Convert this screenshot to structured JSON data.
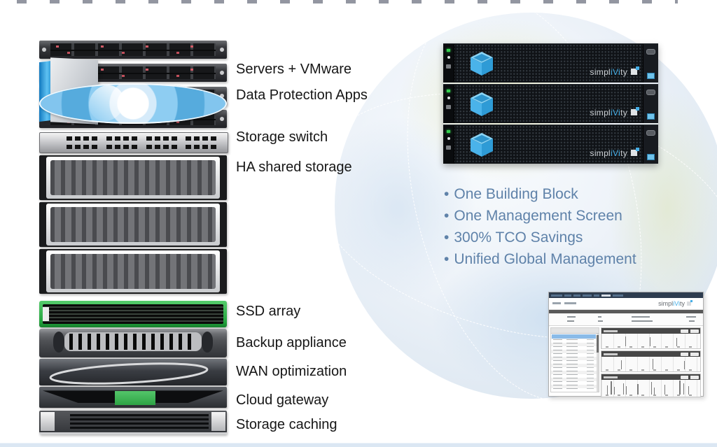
{
  "stack_labels": [
    "Servers + VMware",
    "Data Protection Apps",
    "Storage switch",
    "HA shared storage",
    "SSD array",
    "Backup appliance",
    "WAN optimization",
    "Cloud gateway",
    "Storage caching"
  ],
  "benefits": {
    "marker": "•",
    "items": [
      "One Building Block",
      "One Management Screen",
      "300% TCO Savings",
      "Unified Global Management"
    ]
  },
  "brand": {
    "logo_pre": "simpl",
    "logo_mid": "iVi",
    "logo_post": "ty"
  },
  "management_screen": {
    "logo_pre": "simpl",
    "logo_mid": "iVi",
    "logo_post": "ty"
  },
  "colors": {
    "benefit_text": "#5f82a9",
    "brand_blue": "#45aee6",
    "accent_green": "#3cb54a",
    "label_text": "#161616",
    "background": "#ffffff"
  },
  "icons": {
    "appliance_cube": "open-top-blue-cube",
    "brand_mark": "simplivity-cube-mark",
    "software_box": "boxed-software",
    "disc": "install-cd"
  }
}
